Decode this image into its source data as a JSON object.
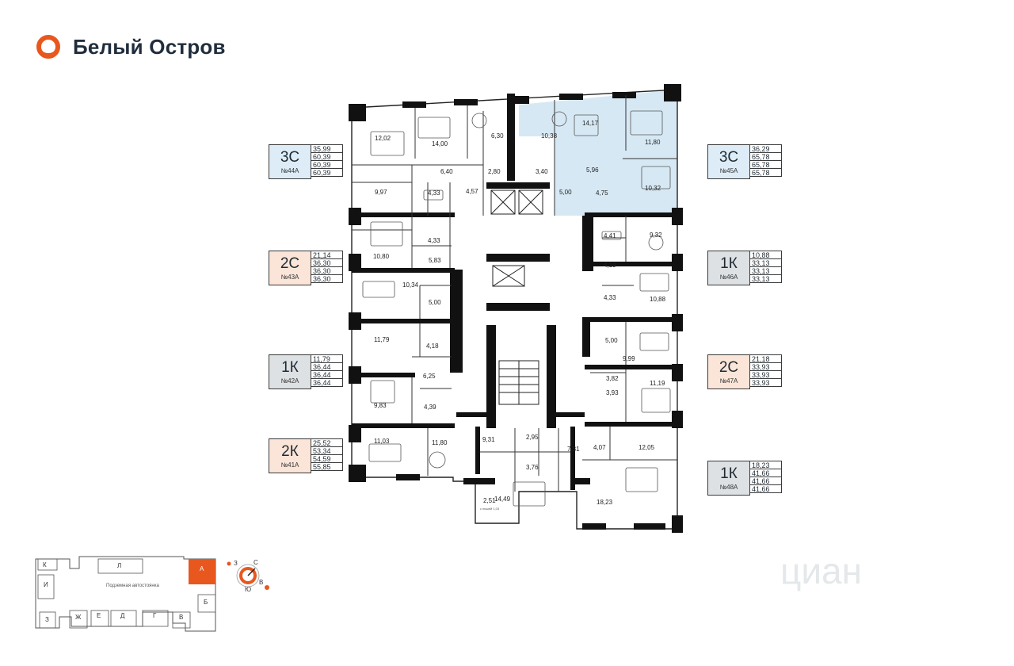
{
  "brand": {
    "name": "Белый Остров",
    "color": "#e8571e"
  },
  "colors": {
    "highlight": "#d6e8f4",
    "wall": "#111111",
    "type_3c": "#ddecf6",
    "type_2c": "#fbe5d8",
    "type_1k": "#dde1e4",
    "type_2k": "#fbe5d8",
    "section_active": "#e8571e"
  },
  "units": [
    {
      "type": "3С",
      "no": "№44А",
      "areas": [
        "35,99",
        "60,39",
        "60,39",
        "60,39"
      ]
    },
    {
      "type": "2С",
      "no": "№43А",
      "areas": [
        "21,14",
        "36,30",
        "36,30",
        "36,30"
      ]
    },
    {
      "type": "1К",
      "no": "№42А",
      "areas": [
        "11,79",
        "36,44",
        "36,44",
        "36,44"
      ]
    },
    {
      "type": "2К",
      "no": "№41А",
      "areas": [
        "25,52",
        "53,34",
        "54,59",
        "55,85"
      ]
    },
    {
      "type": "3С",
      "no": "№45А",
      "areas": [
        "36,29",
        "65,78",
        "65,78",
        "65,78"
      ]
    },
    {
      "type": "1К",
      "no": "№46А",
      "areas": [
        "10,88",
        "33,13",
        "33,13",
        "33,13"
      ]
    },
    {
      "type": "2С",
      "no": "№47А",
      "areas": [
        "21,18",
        "33,93",
        "33,93",
        "33,93"
      ]
    },
    {
      "type": "1К",
      "no": "№48А",
      "areas": [
        "18,23",
        "41,66",
        "41,66",
        "41,66"
      ]
    }
  ],
  "rooms": [
    "12,02",
    "14,00",
    "6,30",
    "10,38",
    "14,17",
    "11,80",
    "6,40",
    "2,80",
    "3,40",
    "5,96",
    "9,97",
    "4,33",
    "4,57",
    "5,00",
    "4,75",
    "10,32",
    "4,33",
    "4,41",
    "9,32",
    "10,80",
    "5,83",
    "4,19",
    "10,34",
    "4,33",
    "10,88",
    "5,00",
    "11,79",
    "4,18",
    "5,00",
    "9,99",
    "6,25",
    "3,82",
    "3,93",
    "11,19",
    "9,83",
    "4,39",
    "9,31",
    "2,95",
    "7,31",
    "4,07",
    "12,05",
    "11,03",
    "11,80",
    "3,76",
    "2,51",
    "14,49",
    "18,23"
  ],
  "small_note": "с нишей 1,03",
  "site_plan": {
    "sections": [
      "К",
      "Л",
      "А",
      "И",
      "Б",
      "З",
      "Ж",
      "Е",
      "Д",
      "Г",
      "В"
    ],
    "parking": "Подземная автостоянка",
    "compass": [
      "С",
      "В",
      "Ю",
      "З"
    ]
  },
  "watermark": "циан"
}
